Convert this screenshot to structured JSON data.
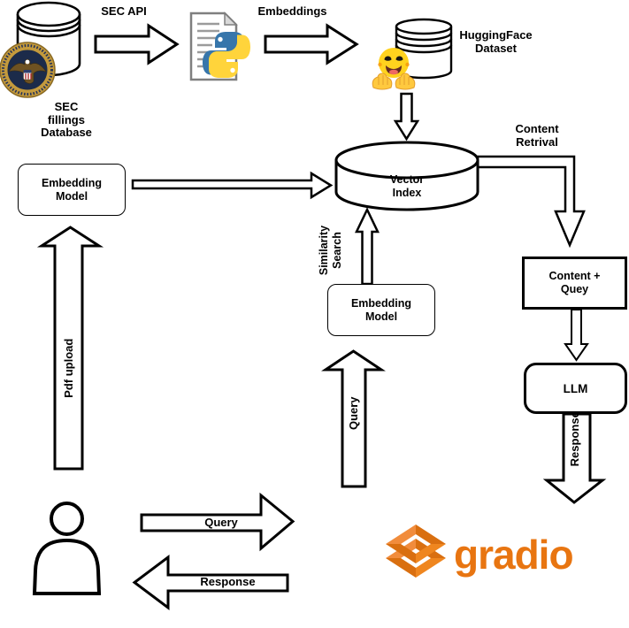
{
  "diagram": {
    "title_hint": "RAG pipeline architecture diagram",
    "labels": {
      "sec_db": "SEC\nfillings\nDatabase",
      "sec_api": "SEC API",
      "embeddings": "Embeddings",
      "huggingface": "HuggingFace\nDataset",
      "vector_index": "Vector\nIndex",
      "content_retrival": "Content\nRetrival",
      "similarity_search": "Similarity\nSearch",
      "pdf_upload": "Pdf upload",
      "query_vertical": "Query",
      "response_vertical": "Response",
      "query_arrow": "Query",
      "response_arrow": "Response"
    },
    "nodes": {
      "embedding_model_left": "Embedding\nModel",
      "embedding_model_center": "Embedding\nModel",
      "content_query": "Content +\nQuey",
      "llm": "LLM"
    },
    "branding": {
      "gradio_wordmark": "gradio"
    },
    "icons": [
      "sec-seal-icon",
      "database-cylinder-icon",
      "python-file-icon",
      "huggingface-emoji-icon",
      "vector-index-cylinder-icon",
      "user-person-icon",
      "gradio-logo-icon"
    ],
    "colors": {
      "stroke": "#000000",
      "background": "#ffffff",
      "gradio_orange": "#E87511",
      "gradio_orange_light": "#F18C3C",
      "gradio_orange_dark": "#D96F10",
      "python_blue": "#3776AB",
      "python_yellow": "#FFD43B",
      "hf_yellow": "#FFD21E",
      "sec_gold": "#C49A3C",
      "sec_navy": "#1C2B4A"
    }
  }
}
